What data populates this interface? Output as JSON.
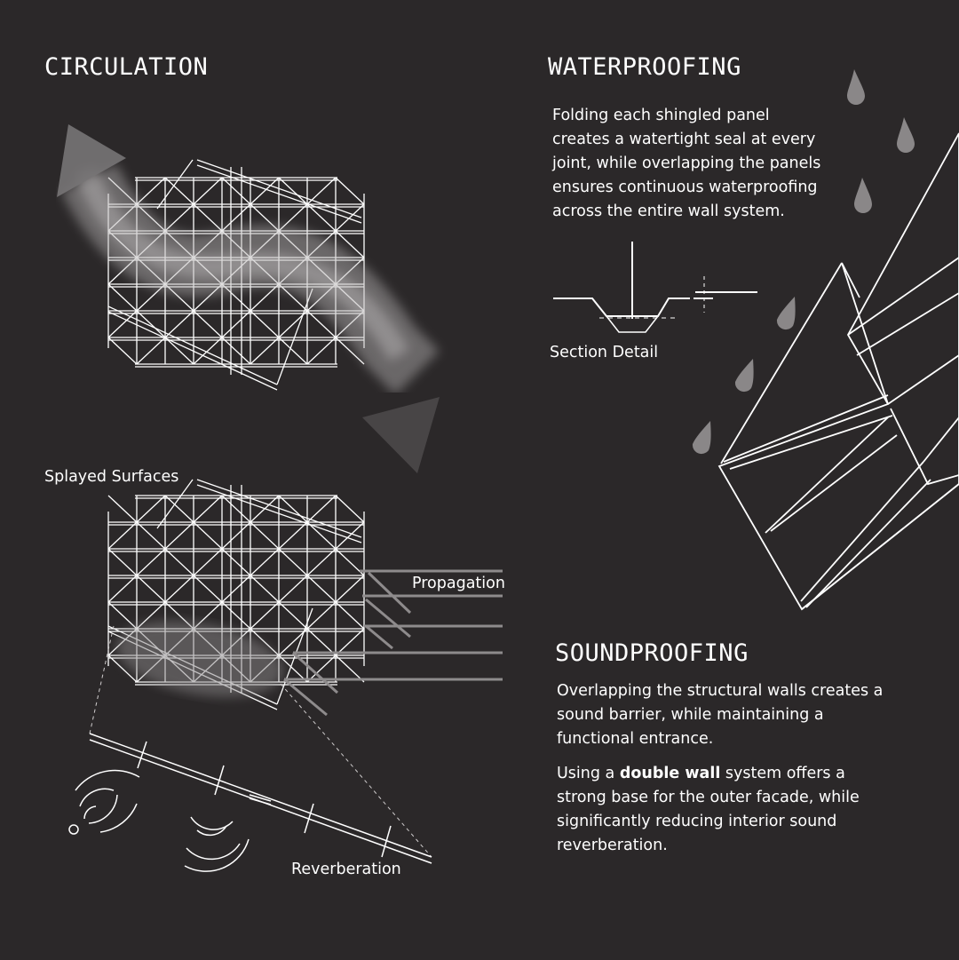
{
  "circulation": {
    "title": "CIRCULATION"
  },
  "waterproofing": {
    "title": "WATERPROOFING",
    "body_lines": [
      "Folding each shingled panel",
      "creates a watertight seal at every",
      "joint, while overlapping the panels",
      "ensures continuous waterproofing",
      "across the entire wall system."
    ],
    "section_label": "Section Detail"
  },
  "soundproofing": {
    "title": "SOUNDPROOFING",
    "para1_lines": [
      "Overlapping the structural walls creates a",
      "sound barrier, while maintaining a",
      "functional entrance."
    ],
    "para2": {
      "line1_pre": "Using a ",
      "line1_bold": "double wall",
      "line1_post": " system offers a",
      "lines": [
        "strong base for the outer facade, while",
        "significantly reducing interior sound",
        "reverberation."
      ]
    }
  },
  "labels": {
    "splayed": "Splayed Surfaces",
    "propagation": "Propagation",
    "reverberation": "Reverberation"
  },
  "colors": {
    "background": "#2b2829",
    "line": "#ffffff",
    "accent_gray": "#9a9798"
  }
}
